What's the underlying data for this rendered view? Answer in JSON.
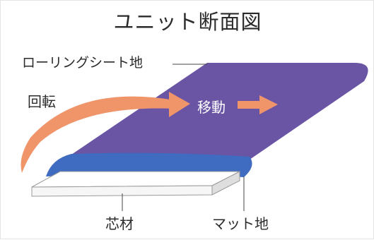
{
  "title": "ユニット断面図",
  "labels": {
    "rolling_sheet": "ローリングシート地",
    "rotation": "回転",
    "movement": "移動",
    "core": "芯材",
    "mat": "マット地"
  },
  "colors": {
    "rolling_sheet": "#6a55a4",
    "mat_fabric": "#3f6bc0",
    "core_board": "#f6f6f6",
    "arrow": "#f0956a",
    "text": "#2b2b2b",
    "leader_line": "#444444"
  }
}
